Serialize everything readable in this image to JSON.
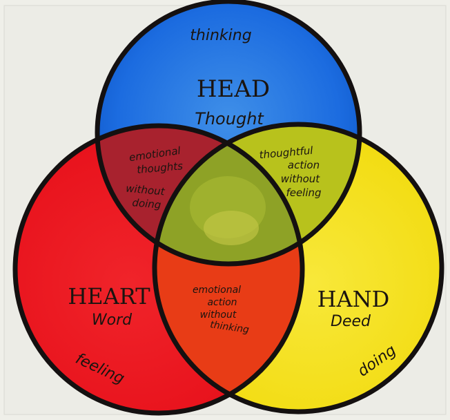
{
  "diagram": {
    "colors": {
      "paper": "#efefe9",
      "head": "#1e6fe0",
      "heart": "#e8141e",
      "hand": "#f4e21a",
      "outline": "#141010"
    },
    "head": {
      "label_top": "thinking",
      "title": "HEAD",
      "subtitle": "Thought"
    },
    "heart": {
      "title": "HEART",
      "subtitle": "Word",
      "label_bottom": "feeling"
    },
    "hand": {
      "title": "HAND",
      "subtitle": "Deed",
      "label_bottom": "doing"
    },
    "overlaps": {
      "head_heart": [
        "emotional",
        "thoughts",
        "without",
        "doing"
      ],
      "head_hand": [
        "thoughtful",
        "action",
        "without",
        "feeling"
      ],
      "heart_hand": [
        "emotional",
        "action",
        "without",
        "thinking"
      ]
    }
  }
}
